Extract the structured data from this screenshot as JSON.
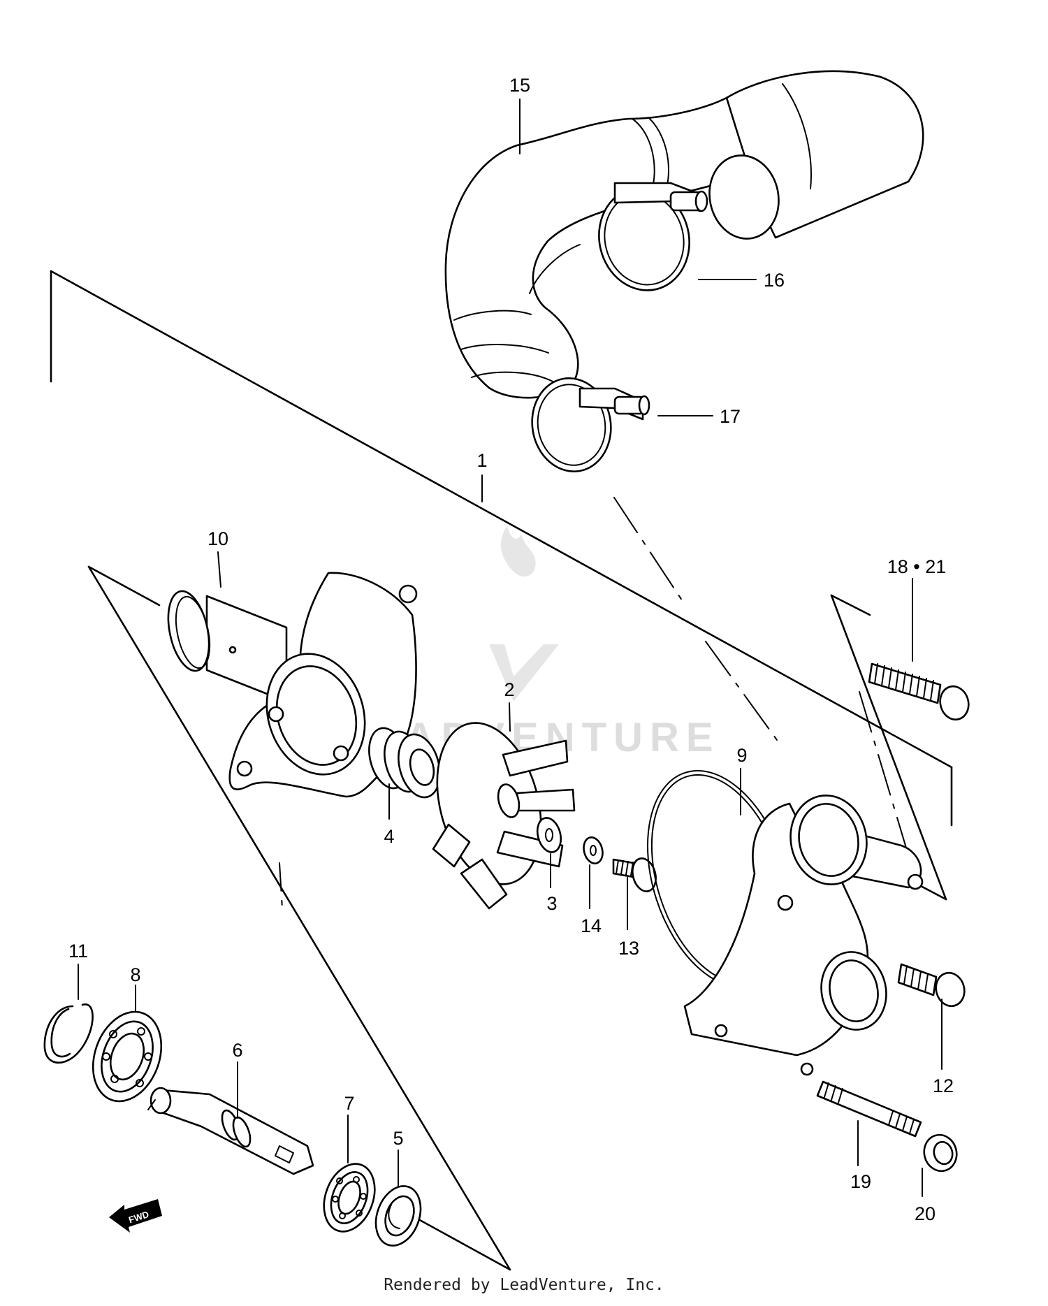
{
  "diagram": {
    "labels": {
      "p1": "1",
      "p2": "2",
      "p3": "3",
      "p4": "4",
      "p5": "5",
      "p6": "6",
      "p7": "7",
      "p8": "8",
      "p9": "9",
      "p10": "10",
      "p11": "11",
      "p12": "12",
      "p13": "13",
      "p14": "14",
      "p15": "15",
      "p16": "16",
      "p17": "17",
      "p18_21": "18 • 21",
      "p19": "19",
      "p20": "20"
    },
    "fwd_mark": "FWD",
    "watermark": "LEADVENTURE"
  },
  "footer": {
    "text": "Rendered by LeadVenture, Inc."
  }
}
